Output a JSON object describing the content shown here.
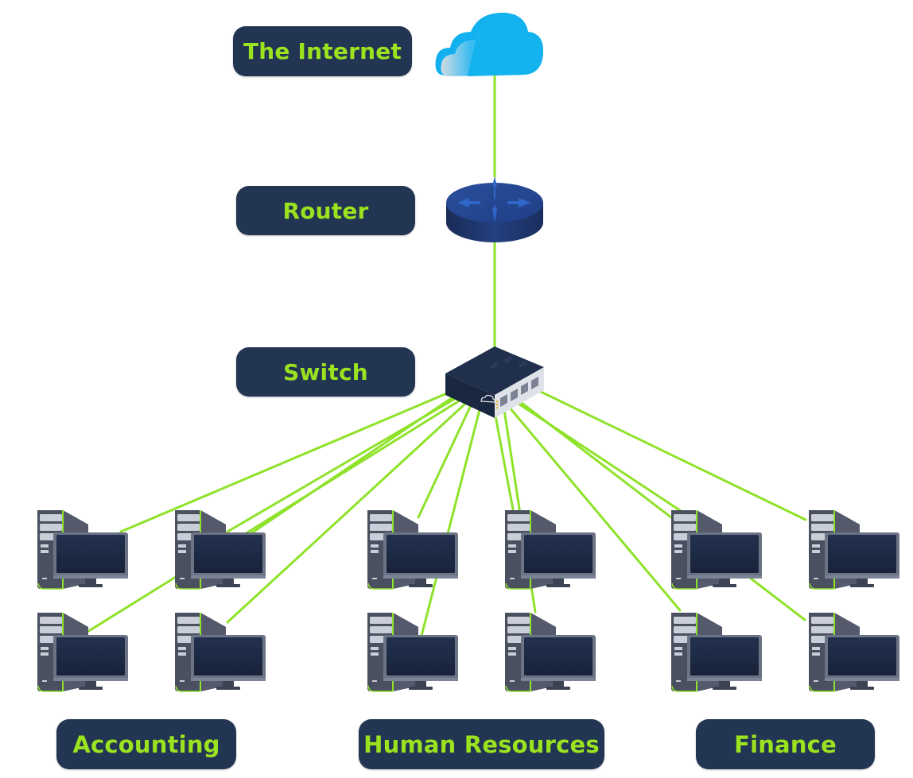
{
  "diagram": {
    "type": "network-topology",
    "labels": {
      "internet": "The Internet",
      "router": "Router",
      "switch": "Switch",
      "groups": [
        "Accounting",
        "Human Resources",
        "Finance"
      ]
    },
    "colors": {
      "label_bg": "#223552",
      "label_text": "#9be21f",
      "cable": "#8fe22a",
      "cloud": "#1ab4ee",
      "router": "#23468f",
      "switch": "#1c2a44",
      "pc_case": "#4f5566",
      "pc_screen": "#1e2b45"
    },
    "nodes": [
      {
        "id": "internet",
        "kind": "cloud",
        "label": "The Internet"
      },
      {
        "id": "router",
        "kind": "router",
        "label": "Router"
      },
      {
        "id": "switch",
        "kind": "switch",
        "label": "Switch"
      },
      {
        "id": "acct-1",
        "kind": "pc",
        "group": "Accounting"
      },
      {
        "id": "acct-2",
        "kind": "pc",
        "group": "Accounting"
      },
      {
        "id": "acct-3",
        "kind": "pc",
        "group": "Accounting"
      },
      {
        "id": "acct-4",
        "kind": "pc",
        "group": "Accounting"
      },
      {
        "id": "hr-1",
        "kind": "pc",
        "group": "Human Resources"
      },
      {
        "id": "hr-2",
        "kind": "pc",
        "group": "Human Resources"
      },
      {
        "id": "hr-3",
        "kind": "pc",
        "group": "Human Resources"
      },
      {
        "id": "hr-4",
        "kind": "pc",
        "group": "Human Resources"
      },
      {
        "id": "fin-1",
        "kind": "pc",
        "group": "Finance"
      },
      {
        "id": "fin-2",
        "kind": "pc",
        "group": "Finance"
      },
      {
        "id": "fin-3",
        "kind": "pc",
        "group": "Finance"
      },
      {
        "id": "fin-4",
        "kind": "pc",
        "group": "Finance"
      }
    ],
    "edges": [
      [
        "internet",
        "router"
      ],
      [
        "router",
        "switch"
      ],
      [
        "switch",
        "acct-1"
      ],
      [
        "switch",
        "acct-2"
      ],
      [
        "switch",
        "acct-3"
      ],
      [
        "switch",
        "acct-4"
      ],
      [
        "switch",
        "hr-1"
      ],
      [
        "switch",
        "hr-2"
      ],
      [
        "switch",
        "hr-3"
      ],
      [
        "switch",
        "hr-4"
      ],
      [
        "switch",
        "fin-1"
      ],
      [
        "switch",
        "fin-2"
      ],
      [
        "switch",
        "fin-3"
      ],
      [
        "switch",
        "fin-4"
      ]
    ]
  }
}
